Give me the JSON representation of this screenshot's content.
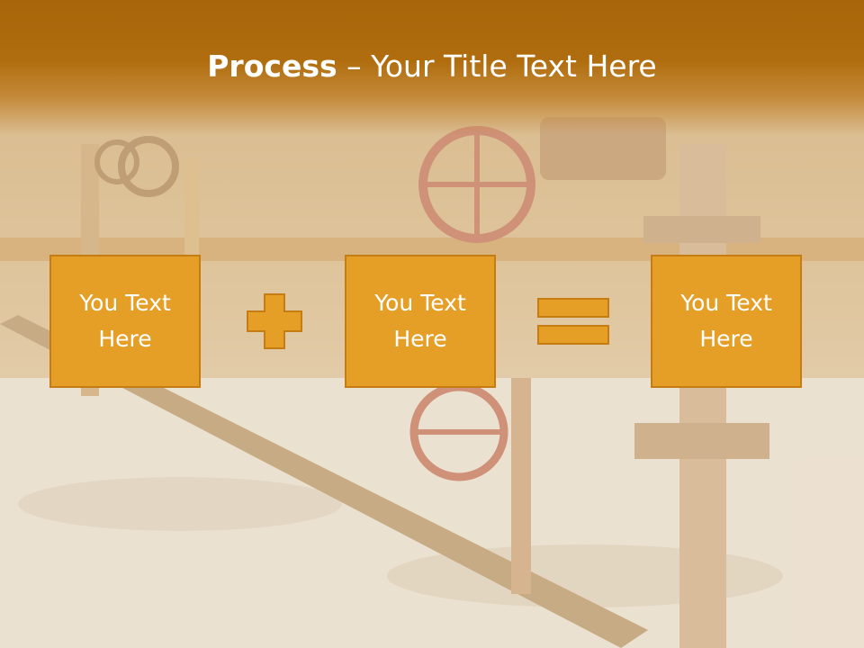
{
  "slide": {
    "title_bold": "Process",
    "title_rest": " – Your Title Text Here",
    "boxes": [
      {
        "text": "You Text Here"
      },
      {
        "text": "You Text Here"
      },
      {
        "text": "You Text Here"
      }
    ],
    "operators": [
      "plus-icon",
      "equals-icon"
    ]
  },
  "colors": {
    "banner": "#a8650a",
    "box_fill": "#e59f27",
    "box_border": "#c57c12",
    "text": "#ffffff"
  }
}
